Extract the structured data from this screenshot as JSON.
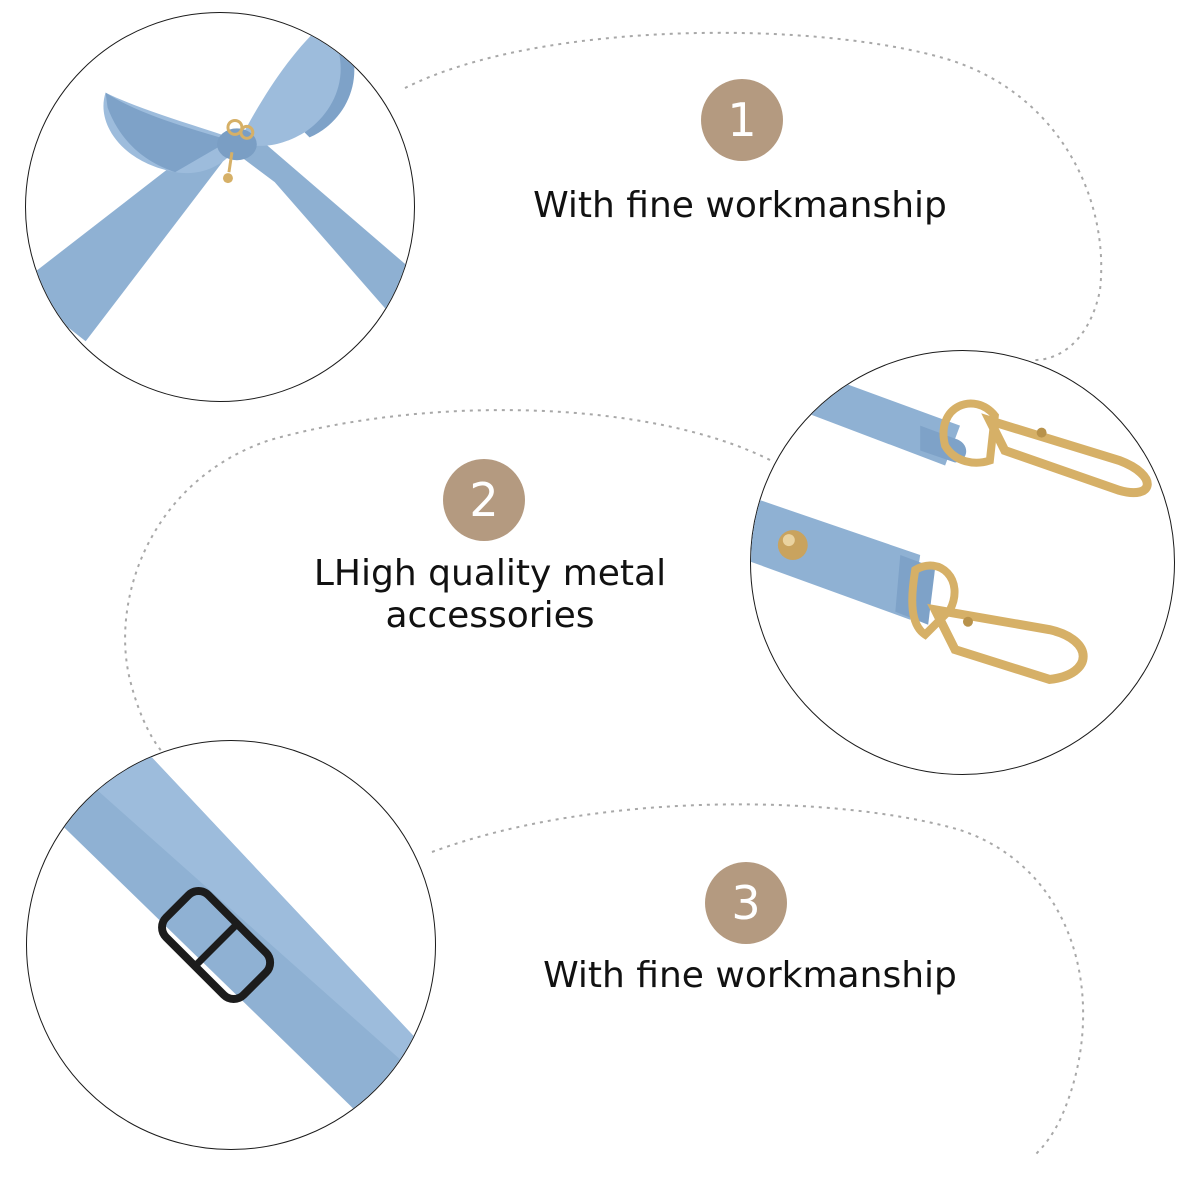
{
  "features": [
    {
      "number": "1",
      "caption": "With fine workmanship"
    },
    {
      "number": "2",
      "caption": "LHigh quality metal accessories"
    },
    {
      "number": "3",
      "caption": "With fine workmanship"
    }
  ],
  "colors": {
    "badge": "#b49a80",
    "ribbon": "#8fb1d3",
    "ribbon_shadow": "#6f93b8",
    "gold": "#d6b067",
    "buckle": "#1c1c1c"
  },
  "icons": [
    "ribbon-bow-icon",
    "gold-clasp-icon",
    "strap-buckle-icon"
  ]
}
